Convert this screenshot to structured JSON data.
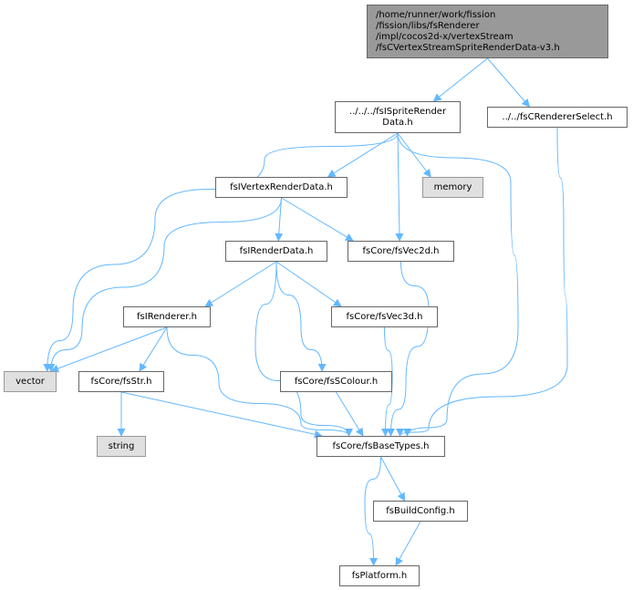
{
  "graph": {
    "edge_color": "#63b8ff",
    "nodes": [
      {
        "id": "root",
        "label": "/home/runner/work/fission\n/fission/libs/fsRenderer\n/impl/cocos2d-x/vertexStream\n/fsCVertexStreamSpriteRenderData-v3.h",
        "kind": "root"
      },
      {
        "id": "fsISpriteRenderData",
        "label": "../../../fsISpriteRender\nData.h",
        "kind": "link"
      },
      {
        "id": "fsCRendererSelect",
        "label": "../../fsCRendererSelect.h",
        "kind": "link"
      },
      {
        "id": "fsIVertexRenderData",
        "label": "fsIVertexRenderData.h",
        "kind": "link"
      },
      {
        "id": "memory",
        "label": "memory",
        "kind": "system"
      },
      {
        "id": "fsIRenderData",
        "label": "fsIRenderData.h",
        "kind": "link"
      },
      {
        "id": "fsVec2d",
        "label": "fsCore/fsVec2d.h",
        "kind": "link"
      },
      {
        "id": "fsIRenderer",
        "label": "fsIRenderer.h",
        "kind": "link"
      },
      {
        "id": "fsVec3d",
        "label": "fsCore/fsVec3d.h",
        "kind": "link"
      },
      {
        "id": "vector",
        "label": "vector",
        "kind": "system"
      },
      {
        "id": "fsStr",
        "label": "fsCore/fsStr.h",
        "kind": "link"
      },
      {
        "id": "fsSColour",
        "label": "fsCore/fsSColour.h",
        "kind": "link"
      },
      {
        "id": "string",
        "label": "string",
        "kind": "system"
      },
      {
        "id": "fsBaseTypes",
        "label": "fsCore/fsBaseTypes.h",
        "kind": "link"
      },
      {
        "id": "fsBuildConfig",
        "label": "fsBuildConfig.h",
        "kind": "link"
      },
      {
        "id": "fsPlatform",
        "label": "fsPlatform.h",
        "kind": "link"
      }
    ],
    "edges": [
      [
        "root",
        "fsISpriteRenderData"
      ],
      [
        "root",
        "fsCRendererSelect"
      ],
      [
        "fsISpriteRenderData",
        "fsIVertexRenderData"
      ],
      [
        "fsISpriteRenderData",
        "memory"
      ],
      [
        "fsISpriteRenderData",
        "fsVec2d"
      ],
      [
        "fsISpriteRenderData",
        "vector"
      ],
      [
        "fsISpriteRenderData",
        "fsBaseTypes"
      ],
      [
        "fsCRendererSelect",
        "fsBaseTypes"
      ],
      [
        "fsIVertexRenderData",
        "fsIRenderData"
      ],
      [
        "fsIVertexRenderData",
        "fsVec2d"
      ],
      [
        "fsIVertexRenderData",
        "vector"
      ],
      [
        "fsIRenderData",
        "fsIRenderer"
      ],
      [
        "fsIRenderData",
        "fsVec3d"
      ],
      [
        "fsIRenderData",
        "fsSColour"
      ],
      [
        "fsIRenderData",
        "fsBaseTypes"
      ],
      [
        "fsVec2d",
        "fsBaseTypes"
      ],
      [
        "fsIRenderer",
        "vector"
      ],
      [
        "fsIRenderer",
        "fsStr"
      ],
      [
        "fsIRenderer",
        "fsBaseTypes"
      ],
      [
        "fsVec3d",
        "fsBaseTypes"
      ],
      [
        "fsStr",
        "string"
      ],
      [
        "fsStr",
        "fsBaseTypes"
      ],
      [
        "fsSColour",
        "fsBaseTypes"
      ],
      [
        "fsBaseTypes",
        "fsBuildConfig"
      ],
      [
        "fsBaseTypes",
        "fsPlatform"
      ],
      [
        "fsBuildConfig",
        "fsPlatform"
      ]
    ]
  }
}
